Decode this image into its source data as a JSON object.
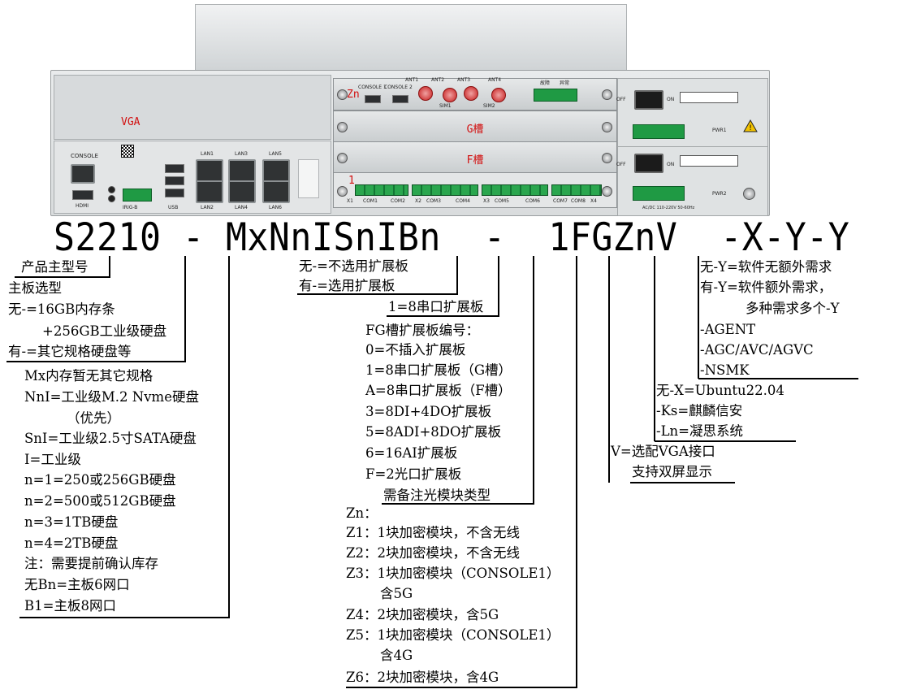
{
  "device": {
    "labels": {
      "vga": "VGA",
      "zn": "Zn",
      "g_slot": "G槽",
      "f_slot": "F槽",
      "slot_1": "1"
    },
    "ports": {
      "console": "CONSOLE",
      "hdmi": "HDMI",
      "irig": "IRIG-B",
      "usb": "USB",
      "lan1": "LAN1",
      "lan2": "LAN2",
      "lan3": "LAN3",
      "lan4": "LAN4",
      "lan5": "LAN5",
      "lan6": "LAN6",
      "console1": "CONSOLE 1",
      "console2": "CONSOLE 2",
      "ant1": "ANT1",
      "ant2": "ANT2",
      "ant3": "ANT3",
      "ant4": "ANT4",
      "sim1": "SIM1",
      "sim2": "SIM2",
      "fault": "故障",
      "abnormal": "异常",
      "off1": "OFF",
      "on1": "ON",
      "off2": "OFF",
      "on2": "ON",
      "pwr1": "PWR1",
      "pwr2": "PWR2",
      "ac_dc": "AC/DC 110-220V 50-60Hz",
      "x1": "X1",
      "com1": "COM1",
      "com2": "COM2",
      "x2": "X2",
      "com3": "COM3",
      "com4": "COM4",
      "x3": "X3",
      "com5": "COM5",
      "com6": "COM6",
      "com7": "COM7",
      "com8": "COM8",
      "x4": "X4"
    }
  },
  "model_code": "S2210 - MxNnISnIBn  -  1FGZnV  -X-Y-Y",
  "annotations": {
    "product_model": "产品主型号",
    "board": {
      "title": "主板选型",
      "l1": "无-=16GB内存条",
      "l2": "+256GB工业级硬盘",
      "l3": "有-=其它规格硬盘等"
    },
    "memory": {
      "l1": "Mx内存暂无其它规格",
      "l2": "NnI=工业级M.2 Nvme硬盘",
      "l3": "（优先）",
      "l4": "SnI=工业级2.5寸SATA硬盘",
      "l5": "I=工业级",
      "l6": "n=1=250或256GB硬盘",
      "l7": "n=2=500或512GB硬盘",
      "l8": "n=3=1TB硬盘",
      "l9": "n=4=2TB硬盘",
      "l10": "注：需要提前确认库存",
      "l11": "无Bn=主板6网口",
      "l12": "B1=主板8网口"
    },
    "expansion": {
      "l1": "无-=不选用扩展板",
      "l2": "有-=选用扩展板"
    },
    "serial": "1=8串口扩展板",
    "fg": {
      "title": "FG槽扩展板编号：",
      "l1": "0=不插入扩展板",
      "l2": "1=8串口扩展板（G槽）",
      "l3": "A=8串口扩展板（F槽）",
      "l4": "3=8DI+4DO扩展板",
      "l5": "5=8ADI+8DO扩展板",
      "l6": "6=16AI扩展板",
      "l7": "F=2光口扩展板",
      "l8": "需备注光模块类型"
    },
    "zn": {
      "title": "Zn：",
      "l1": "Z1：1块加密模块，不含无线",
      "l2": "Z2：2块加密模块，不含无线",
      "l3": "Z3：1块加密模块（CONSOLE1）",
      "l3b": "含5G",
      "l4": "Z4：2块加密模块，含5G",
      "l5": "Z5：1块加密模块（CONSOLE1）",
      "l5b": "含4G",
      "l6": "Z6：2块加密模块，含4G"
    },
    "vga": {
      "l1": "V=选配VGA接口",
      "l2": "支持双屏显示"
    },
    "os": {
      "l1": "无-X=Ubuntu22.04",
      "l2": "-Ks=麒麟信安",
      "l3": "-Ln=凝思系统"
    },
    "software": {
      "l1": "无-Y=软件无额外需求",
      "l2": "有-Y=软件额外需求，",
      "l3": "多种需求多个-Y",
      "l4": "-AGENT",
      "l5": "-AGC/AVC/AGVC",
      "l6": "-NSMK"
    }
  }
}
